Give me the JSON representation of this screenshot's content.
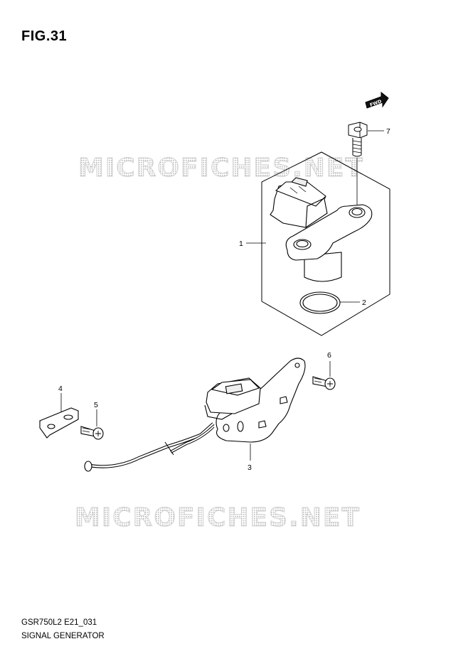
{
  "title": "FIG.31",
  "watermark_text": "MICROFICHES.NET",
  "fwd_label": "FWD",
  "callouts": [
    "1",
    "2",
    "3",
    "4",
    "5",
    "6",
    "7"
  ],
  "footer": {
    "model_code": "GSR750L2 E21_031",
    "section_name": "SIGNAL GENERATOR"
  },
  "colors": {
    "line": "#000000",
    "watermark": "#c8c8c8",
    "background": "#ffffff"
  }
}
